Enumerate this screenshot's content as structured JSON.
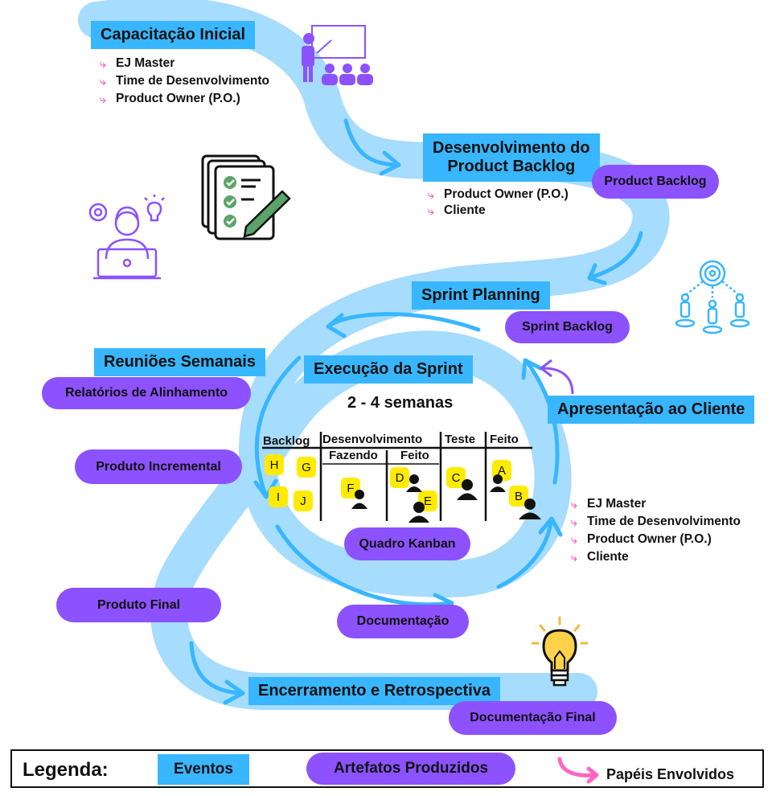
{
  "events": {
    "capacitacao": "Capacitação Inicial",
    "desenvolvimento_line1": "Desenvolvimento do",
    "desenvolvimento_line2": "Product Backlog",
    "sprint_planning": "Sprint Planning",
    "reunioes": "Reuniões Semanais",
    "execucao": "Execução da Sprint",
    "apresentacao": "Apresentação ao Cliente",
    "encerramento": "Encerramento e Retrospectiva"
  },
  "artifacts": {
    "product_backlog": "Product Backlog",
    "sprint_backlog": "Sprint Backlog",
    "relatorios": "Relatórios de Alinhamento",
    "produto_incremental": "Produto Incremental",
    "quadro_kanban": "Quadro Kanban",
    "produto_final": "Produto Final",
    "documentacao": "Documentação",
    "documentacao_final": "Documentação Final"
  },
  "roles": {
    "capacitacao": [
      "EJ Master",
      "Time de Desenvolvimento",
      "Product Owner (P.O.)"
    ],
    "desenvolvimento": [
      "Product Owner (P.O.)",
      "Cliente"
    ],
    "apresentacao": [
      "EJ Master",
      "Time de Desenvolvimento",
      "Product Owner (P.O.)",
      "Cliente"
    ]
  },
  "sprint_duration": "2 - 4 semanas",
  "kanban": {
    "columns": {
      "backlog": "Backlog",
      "desenvolvimento": "Desenvolvimento",
      "teste": "Teste",
      "feito": "Feito",
      "fazendo": "Fazendo",
      "dev_feito": "Feito"
    },
    "cards": [
      "A",
      "B",
      "C",
      "D",
      "E",
      "F",
      "G",
      "H",
      "I",
      "J"
    ]
  },
  "legend": {
    "title": "Legenda:",
    "eventos": "Eventos",
    "artefatos": "Artefatos Produzidos",
    "papeis": "Papéis Envolvidos"
  },
  "colors": {
    "event": "#38b6ff",
    "artifact": "#8c52ff",
    "path": "#a6dcfd",
    "cycle_arrow": "#38b6ff",
    "role_arrow": "#ff66c4",
    "note": "#ffeb00"
  }
}
